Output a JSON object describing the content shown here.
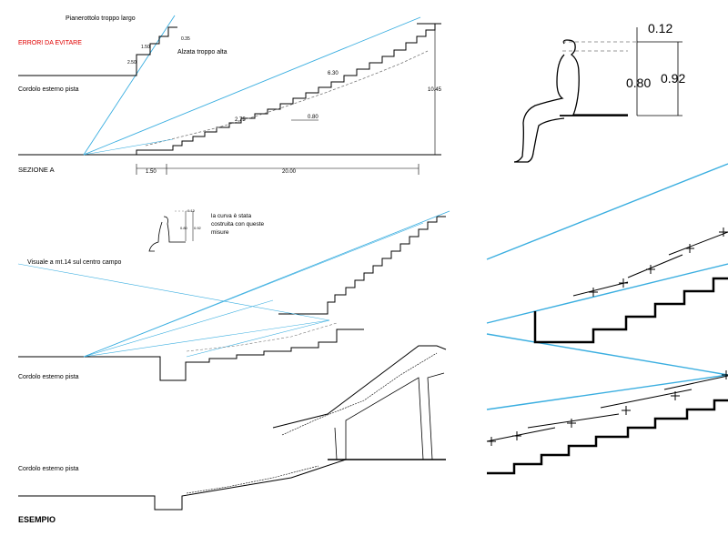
{
  "labels": {
    "pianerottolo": "Pianerottolo troppo largo",
    "errori": "ERRORI DA EVITARE",
    "alzata": "Alzata troppo alta",
    "cordolo": "Cordolo esterno pista",
    "sezione": "SEZIONE A",
    "curva": [
      "la curva è stata",
      "costruita con queste",
      "misure"
    ],
    "visuale": "Visuale a mt.14 sul centro campo",
    "esempio": "ESEMPIO"
  },
  "dimensions": {
    "d150": "1.50",
    "d035": "0.35",
    "d250": "2.50",
    "d630": "6.30",
    "d275": "2.75",
    "d080": "0.80",
    "d1045": "10.45",
    "d20": "20.00",
    "small_012": "0.12",
    "small_080": "0.80",
    "small_092": "0.92",
    "big_012": "0.12",
    "big_080": "0.80",
    "big_092": "0.92"
  },
  "colors": {
    "line": "#000000",
    "sight": "#3aaee0",
    "error": "#e00000",
    "dash": "#777777"
  }
}
